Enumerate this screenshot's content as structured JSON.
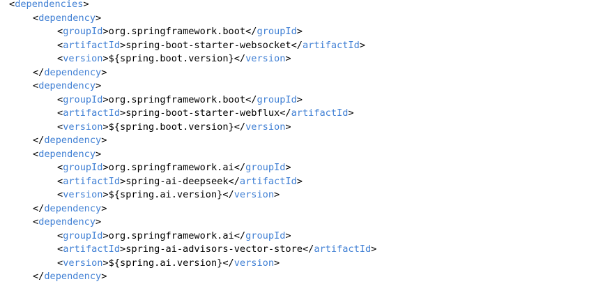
{
  "colors": {
    "tag_name": "#3f7fd4",
    "punctuation": "#000000",
    "text": "#000000",
    "background": "#ffffff"
  },
  "lines": [
    {
      "indent": 0,
      "kind": "open",
      "tag": "dependencies"
    },
    {
      "indent": 1,
      "kind": "open",
      "tag": "dependency"
    },
    {
      "indent": 2,
      "kind": "element",
      "tag": "groupId",
      "value": "org.springframework.boot"
    },
    {
      "indent": 2,
      "kind": "element",
      "tag": "artifactId",
      "value": "spring-boot-starter-websocket"
    },
    {
      "indent": 2,
      "kind": "element",
      "tag": "version",
      "value": "${spring.boot.version}"
    },
    {
      "indent": 1,
      "kind": "close",
      "tag": "dependency"
    },
    {
      "indent": 1,
      "kind": "open",
      "tag": "dependency"
    },
    {
      "indent": 2,
      "kind": "element",
      "tag": "groupId",
      "value": "org.springframework.boot"
    },
    {
      "indent": 2,
      "kind": "element",
      "tag": "artifactId",
      "value": "spring-boot-starter-webflux"
    },
    {
      "indent": 2,
      "kind": "element",
      "tag": "version",
      "value": "${spring.boot.version}"
    },
    {
      "indent": 1,
      "kind": "close",
      "tag": "dependency"
    },
    {
      "indent": 1,
      "kind": "open",
      "tag": "dependency"
    },
    {
      "indent": 2,
      "kind": "element",
      "tag": "groupId",
      "value": "org.springframework.ai"
    },
    {
      "indent": 2,
      "kind": "element",
      "tag": "artifactId",
      "value": "spring-ai-deepseek"
    },
    {
      "indent": 2,
      "kind": "element",
      "tag": "version",
      "value": "${spring.ai.version}"
    },
    {
      "indent": 1,
      "kind": "close",
      "tag": "dependency"
    },
    {
      "indent": 1,
      "kind": "open",
      "tag": "dependency"
    },
    {
      "indent": 2,
      "kind": "element",
      "tag": "groupId",
      "value": "org.springframework.ai"
    },
    {
      "indent": 2,
      "kind": "element",
      "tag": "artifactId",
      "value": "spring-ai-advisors-vector-store"
    },
    {
      "indent": 2,
      "kind": "element",
      "tag": "version",
      "value": "${spring.ai.version}"
    },
    {
      "indent": 1,
      "kind": "close",
      "tag": "dependency"
    }
  ]
}
